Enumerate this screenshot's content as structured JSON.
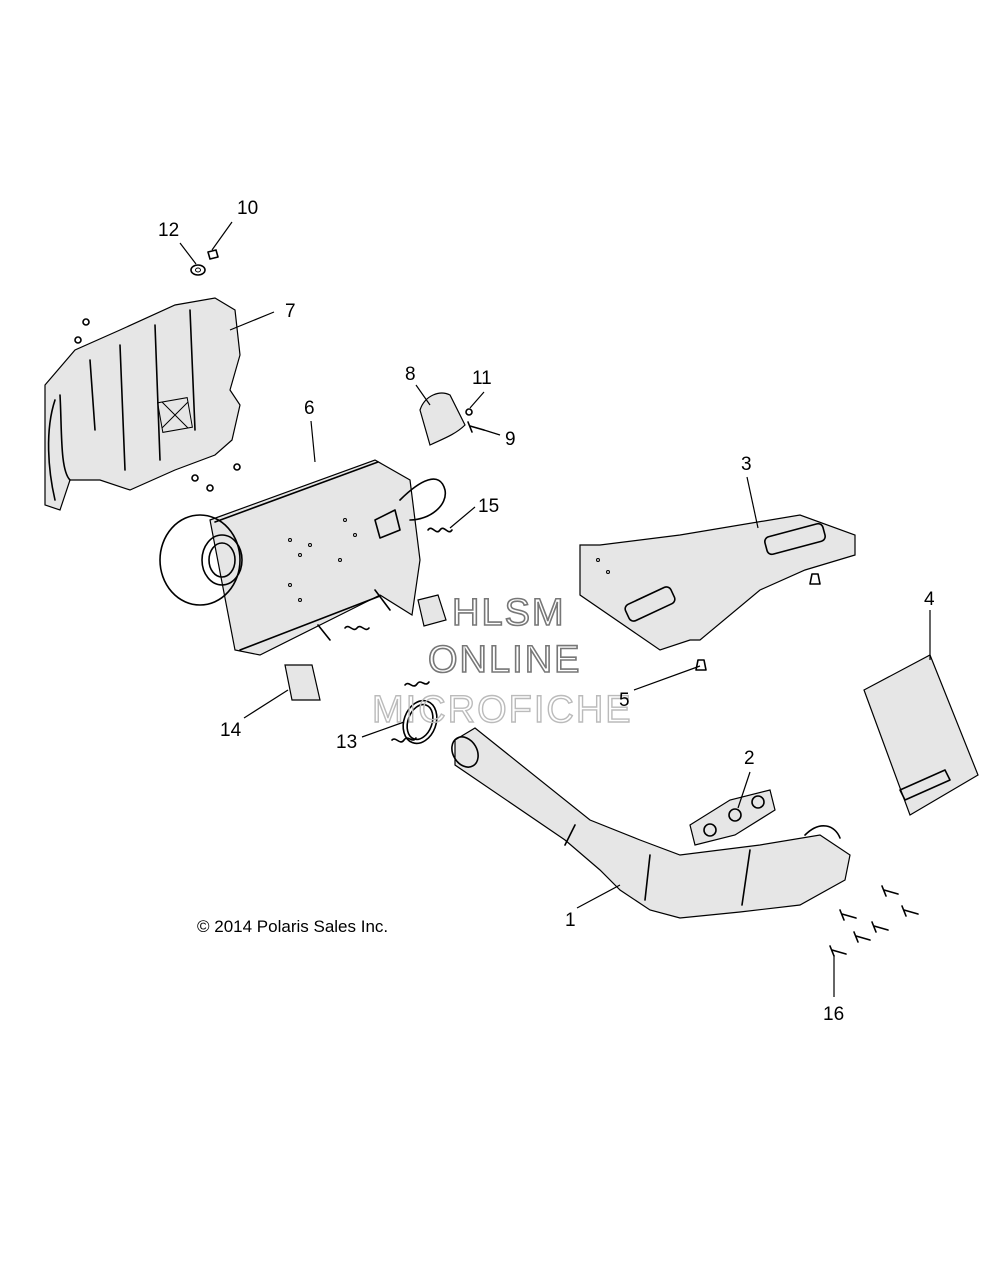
{
  "callouts": [
    {
      "id": "c1",
      "label": "1"
    },
    {
      "id": "c2",
      "label": "2"
    },
    {
      "id": "c3",
      "label": "3"
    },
    {
      "id": "c4",
      "label": "4"
    },
    {
      "id": "c5",
      "label": "5"
    },
    {
      "id": "c6",
      "label": "6"
    },
    {
      "id": "c7",
      "label": "7"
    },
    {
      "id": "c8",
      "label": "8"
    },
    {
      "id": "c9",
      "label": "9"
    },
    {
      "id": "c10",
      "label": "10"
    },
    {
      "id": "c11",
      "label": "11"
    },
    {
      "id": "c12",
      "label": "12"
    },
    {
      "id": "c13",
      "label": "13"
    },
    {
      "id": "c14",
      "label": "14"
    },
    {
      "id": "c15",
      "label": "15"
    },
    {
      "id": "c16",
      "label": "16"
    }
  ],
  "copyright": "© 2014 Polaris Sales Inc.",
  "watermark": {
    "line1": "HLSM",
    "line2": "ONLINE",
    "line3": "MICROFICHE"
  }
}
